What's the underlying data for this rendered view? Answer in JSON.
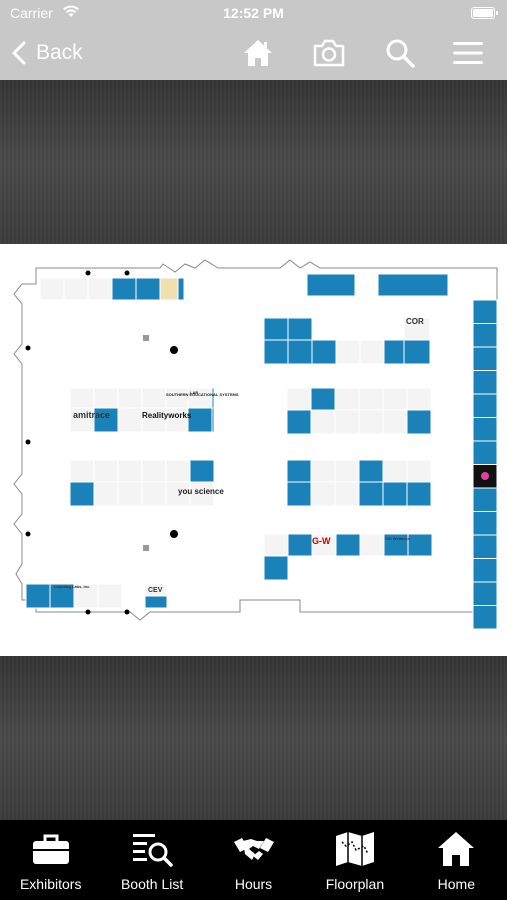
{
  "status_bar": {
    "carrier": "Carrier",
    "time": "12:52 PM"
  },
  "nav": {
    "back_label": "Back"
  },
  "nav_icons": [
    "home-icon",
    "camera-icon",
    "search-icon",
    "menu-icon"
  ],
  "floorplan_logos": [
    "amitrace",
    "Realityworks",
    "SOUTHERN EDUCATIONAL SYSTEMS",
    "you science",
    "G-W",
    "CEV",
    "COR",
    "Learning Labs, Inc.",
    "LAB",
    "CXI Wellness"
  ],
  "tabs": [
    {
      "label": "Exhibitors",
      "icon": "briefcase-icon"
    },
    {
      "label": "Booth List",
      "icon": "booth-list-icon"
    },
    {
      "label": "Hours",
      "icon": "handshake-icon"
    },
    {
      "label": "Floorplan",
      "icon": "map-icon"
    },
    {
      "label": "Home",
      "icon": "home-icon"
    }
  ],
  "colors": {
    "booth": "#1a82b8",
    "bar": "#c8c8c8",
    "tabbar": "#000000"
  }
}
